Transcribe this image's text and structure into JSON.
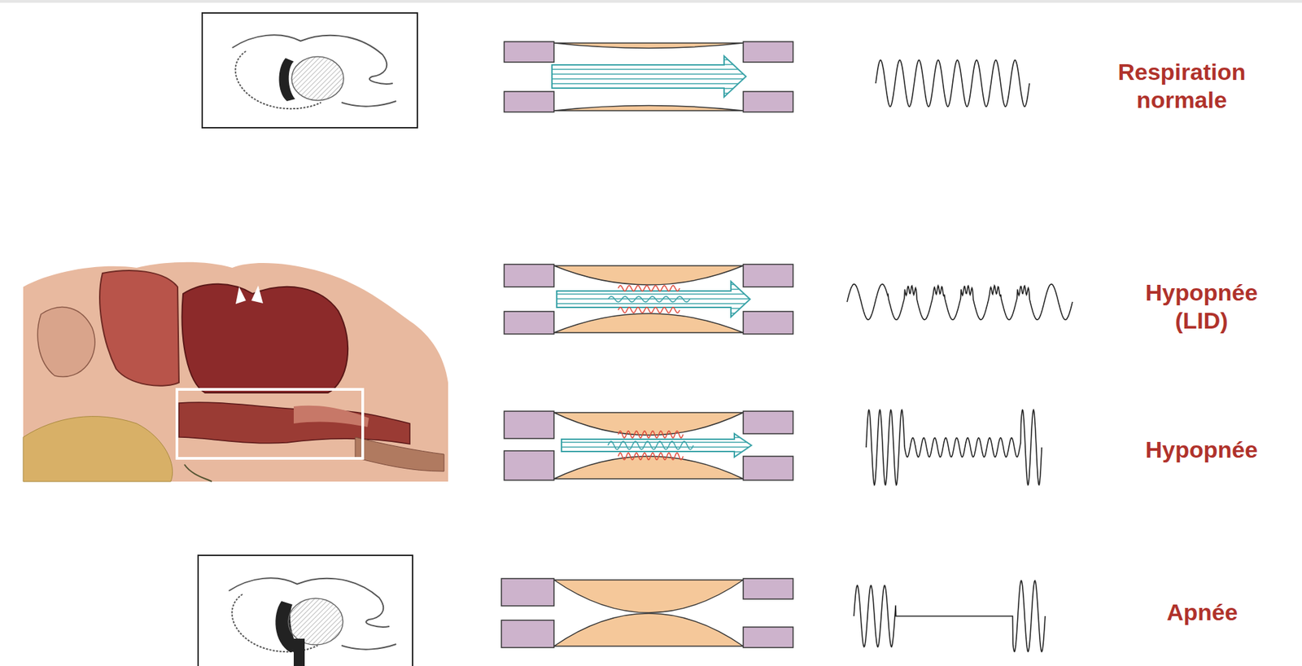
{
  "diagram": {
    "labels": [
      "Respiration normale",
      "Hypopnée (LID)",
      "Hypopnée",
      "Apnée"
    ]
  }
}
